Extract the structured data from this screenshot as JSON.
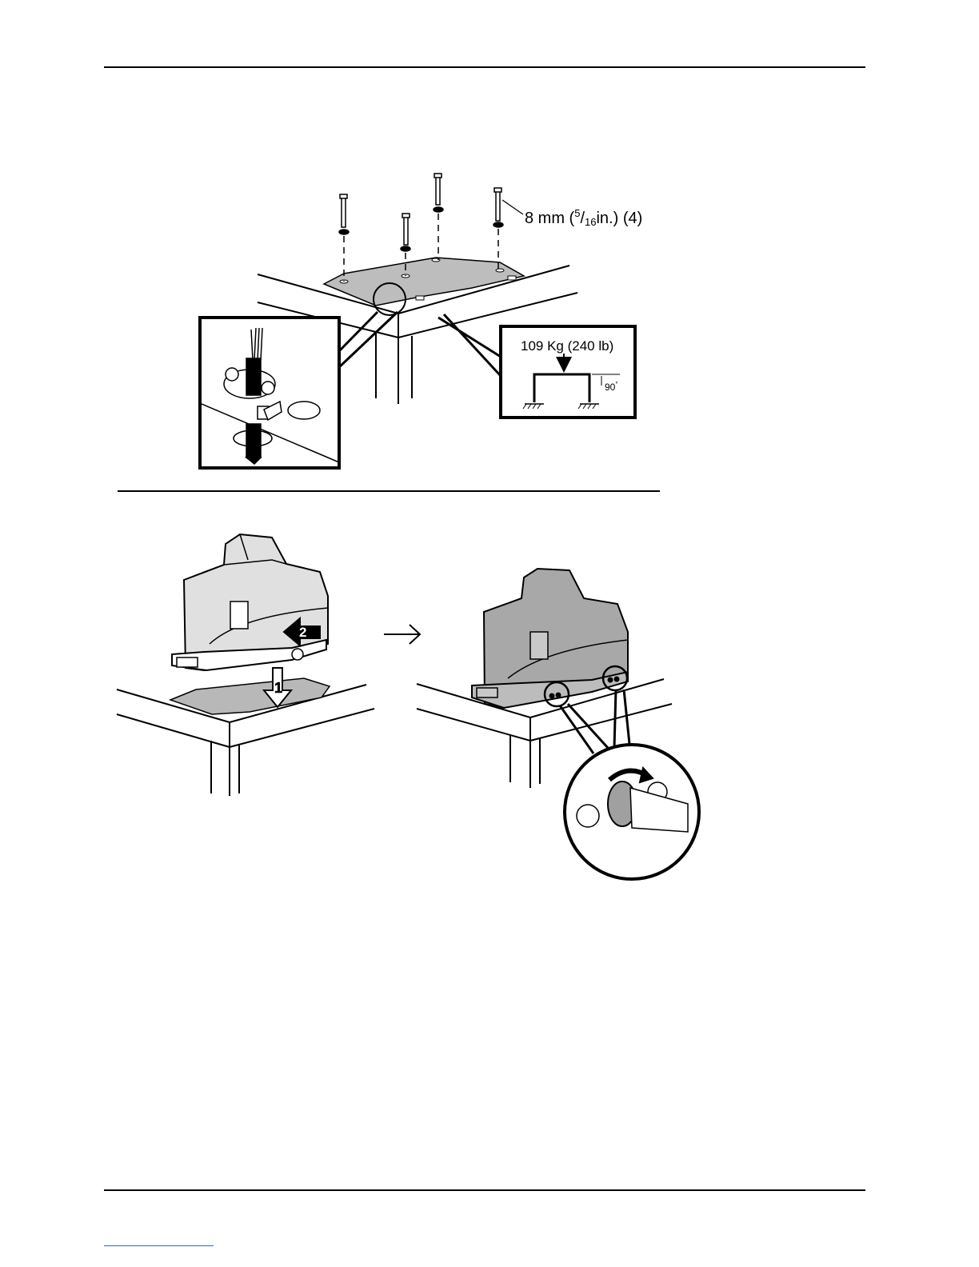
{
  "figure_top": {
    "bolt_label_main": "8 mm (",
    "bolt_label_num": "5",
    "bolt_label_slash": "/",
    "bolt_label_den": "16",
    "bolt_label_tail": "in.) (4)",
    "load_label": "109 Kg (240 lb)",
    "angle_label": "90",
    "angle_degree": "°"
  },
  "figure_bottom": {
    "step1": "1",
    "step2": "2"
  },
  "colors": {
    "device_fill": "#a8a8a8",
    "device_light": "#dcdcdc",
    "line": "#000000"
  }
}
